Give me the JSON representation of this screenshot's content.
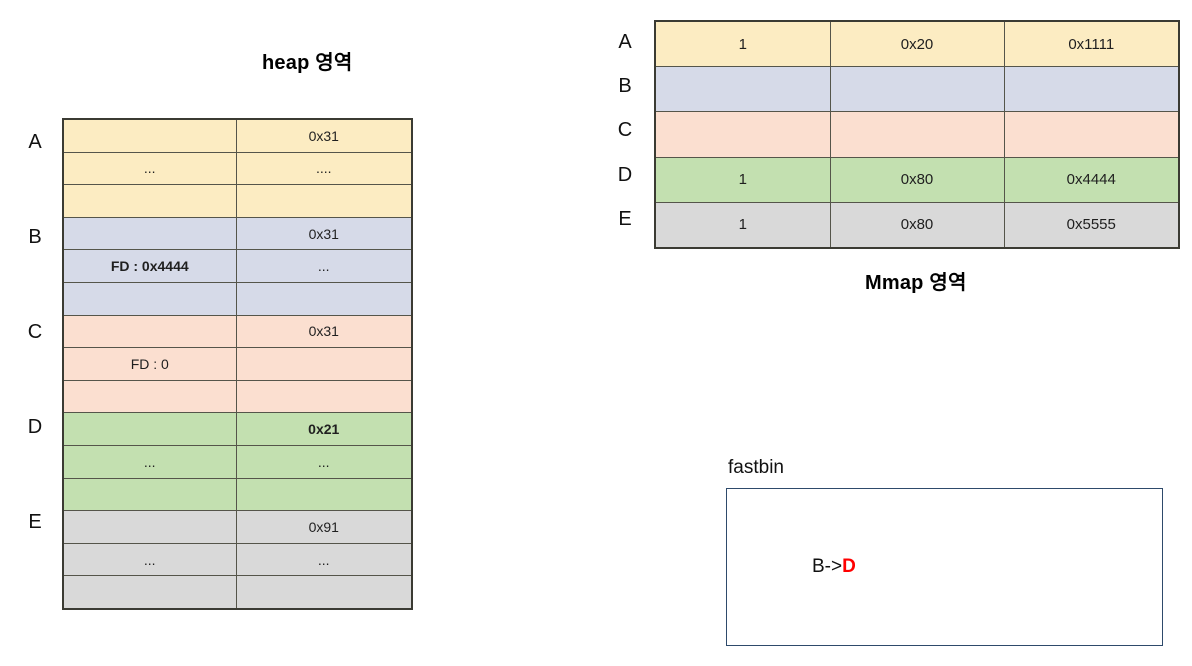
{
  "heap": {
    "title": "heap 영역",
    "row_labels": [
      "A",
      "B",
      "C",
      "D",
      "E"
    ],
    "blocks": [
      {
        "name": "A",
        "color": "#FCECC2",
        "rows": [
          {
            "left": "",
            "right": "0x31",
            "left_hl": false,
            "right_hl": false
          },
          {
            "left": "...",
            "right": "....",
            "left_hl": false,
            "right_hl": false
          },
          {
            "left": "",
            "right": "",
            "left_hl": false,
            "right_hl": false
          }
        ]
      },
      {
        "name": "B",
        "color": "#D6DAE8",
        "rows": [
          {
            "left": "",
            "right": "0x31",
            "left_hl": false,
            "right_hl": false
          },
          {
            "left": "FD : 0x4444",
            "right": "...",
            "left_hl": true,
            "right_hl": false
          },
          {
            "left": "",
            "right": "",
            "left_hl": false,
            "right_hl": false
          }
        ]
      },
      {
        "name": "C",
        "color": "#FBDFD0",
        "rows": [
          {
            "left": "",
            "right": "0x31",
            "left_hl": false,
            "right_hl": false
          },
          {
            "left": "FD : 0",
            "right": "",
            "left_hl": false,
            "right_hl": false
          },
          {
            "left": "",
            "right": "",
            "left_hl": false,
            "right_hl": false
          }
        ]
      },
      {
        "name": "D",
        "color": "#C3E0B0",
        "rows": [
          {
            "left": "",
            "right": "0x21",
            "left_hl": false,
            "right_hl": true
          },
          {
            "left": "...",
            "right": "...",
            "left_hl": false,
            "right_hl": false
          },
          {
            "left": "",
            "right": "",
            "left_hl": false,
            "right_hl": false
          }
        ]
      },
      {
        "name": "E",
        "color": "#D9D9D9",
        "rows": [
          {
            "left": "",
            "right": "0x91",
            "left_hl": false,
            "right_hl": false
          },
          {
            "left": "...",
            "right": "...",
            "left_hl": false,
            "right_hl": false
          },
          {
            "left": "",
            "right": "",
            "left_hl": false,
            "right_hl": false
          }
        ]
      }
    ]
  },
  "mmap": {
    "title": "Mmap 영역",
    "row_labels": [
      "A",
      "B",
      "C",
      "D",
      "E"
    ],
    "rows": [
      {
        "name": "A",
        "color": "#FCECC2",
        "cells": [
          "1",
          "0x20",
          "0x1111"
        ]
      },
      {
        "name": "B",
        "color": "#D6DAE8",
        "cells": [
          "",
          "",
          ""
        ]
      },
      {
        "name": "C",
        "color": "#FBDFD0",
        "cells": [
          "",
          "",
          ""
        ]
      },
      {
        "name": "D",
        "color": "#C3E0B0",
        "cells": [
          "1",
          "0x80",
          "0x4444"
        ]
      },
      {
        "name": "E",
        "color": "#D9D9D9",
        "cells": [
          "1",
          "0x80",
          "0x5555"
        ]
      }
    ]
  },
  "fastbin": {
    "label": "fastbin",
    "chain_head": "B->",
    "chain_target": "D"
  },
  "colors": {
    "block_a": "#FCECC2",
    "block_b": "#D6DAE8",
    "block_c": "#FBDFD0",
    "block_d": "#C3E0B0",
    "block_e": "#D9D9D9",
    "highlight": "#ff0000",
    "fastbin_border": "#2e4a6b",
    "table_border": "#3b3b33"
  }
}
